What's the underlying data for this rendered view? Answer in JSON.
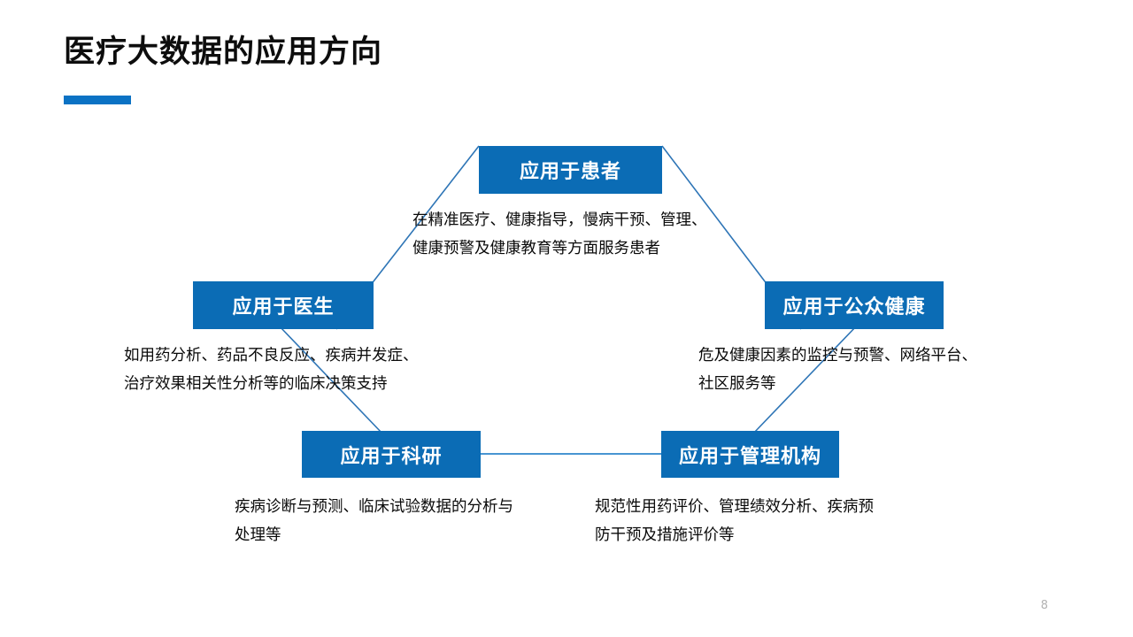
{
  "slide": {
    "title": "医疗大数据的应用方向",
    "page_number": "8",
    "accent_color": "#0b72c4",
    "node_fill_color": "#0b6cb5",
    "connector_color": "#2e75b6",
    "background_color": "#ffffff",
    "title_color": "#0d0d0d",
    "body_text_color": "#0a0a0a",
    "page_number_color": "#b3b3b3"
  },
  "diagram": {
    "type": "pentagon-node-diagram",
    "nodes": [
      {
        "id": "patient",
        "label": "应用于患者",
        "description": "在精准医疗、健康指导，慢病干预、管理、\n健康预警及健康教育等方面服务患者"
      },
      {
        "id": "doctor",
        "label": "应用于医生",
        "description": "如用药分析、药品不良反应、疾病并发症、\n治疗效果相关性分析等的临床决策支持"
      },
      {
        "id": "public-health",
        "label": "应用于公众健康",
        "description": "危及健康因素的监控与预警、网络平台、\n社区服务等"
      },
      {
        "id": "research",
        "label": "应用于科研",
        "description": "疾病诊断与预测、临床试验数据的分析与\n处理等"
      },
      {
        "id": "admin",
        "label": "应用于管理机构",
        "description": "规范性用药评价、管理绩效分析、疾病预\n防干预及措施评价等"
      }
    ],
    "connections": [
      {
        "from": "patient",
        "to": "doctor"
      },
      {
        "from": "patient",
        "to": "public-health"
      },
      {
        "from": "doctor",
        "to": "research"
      },
      {
        "from": "public-health",
        "to": "admin"
      },
      {
        "from": "research",
        "to": "admin"
      }
    ]
  }
}
